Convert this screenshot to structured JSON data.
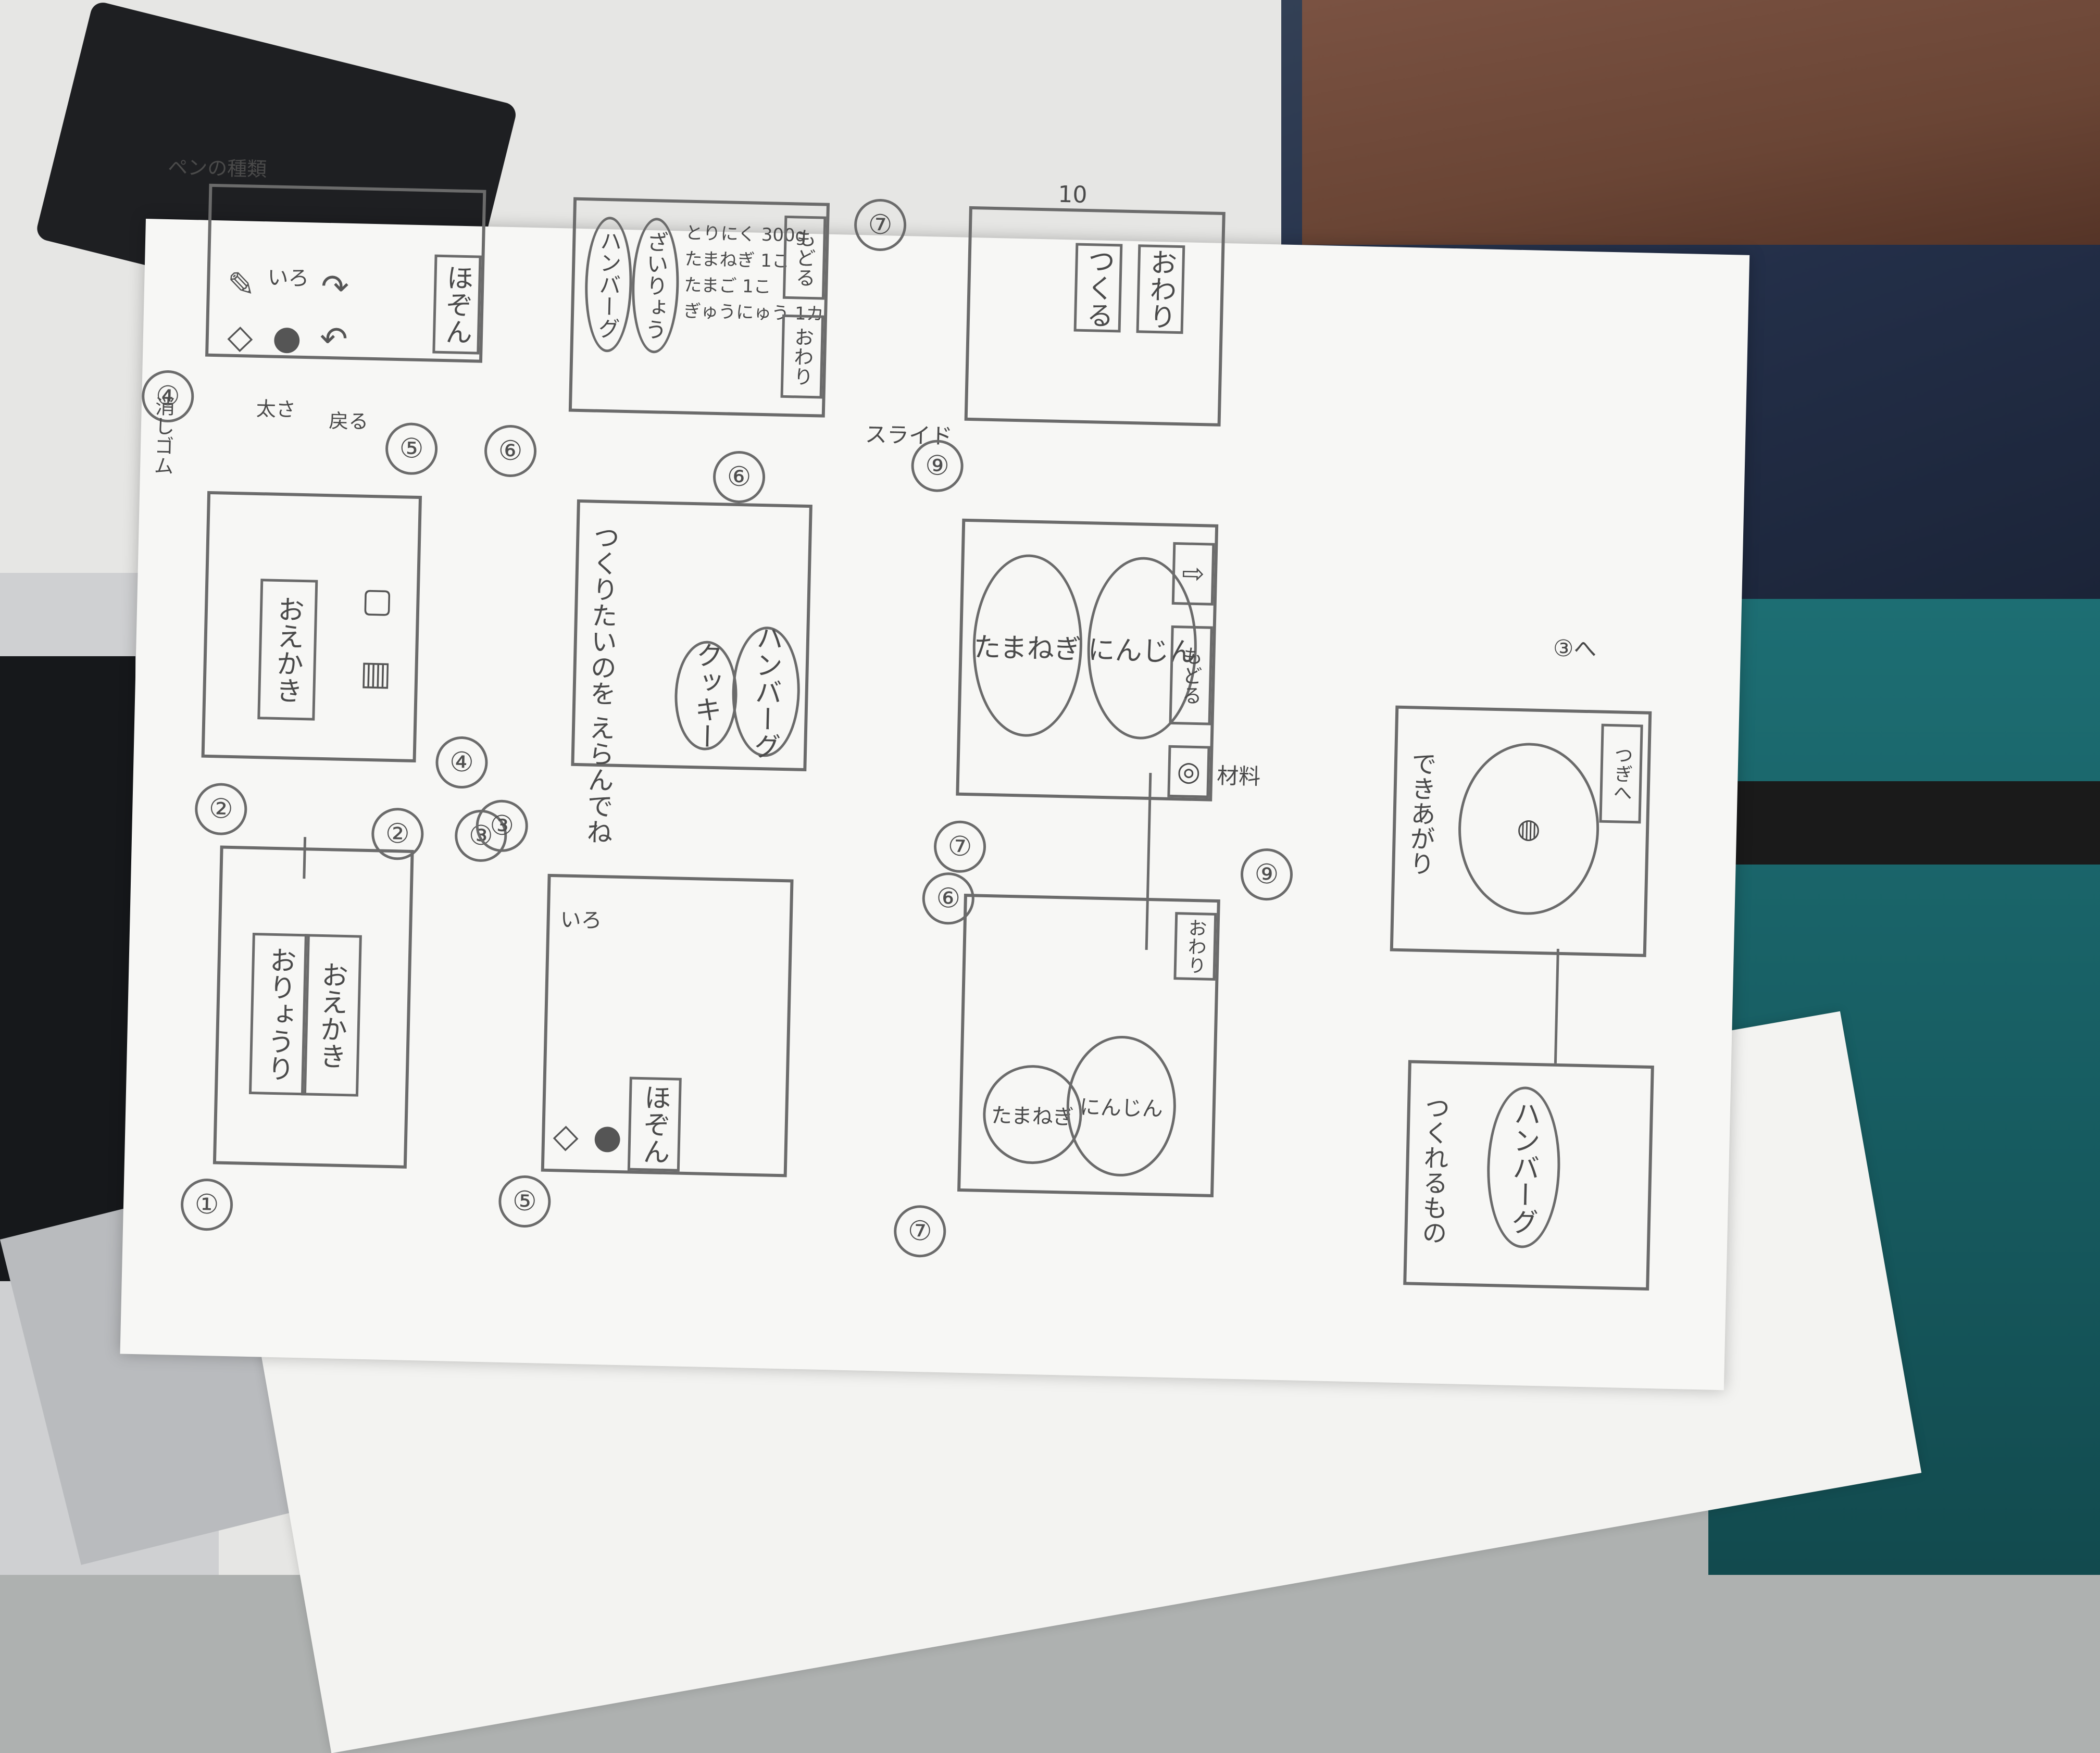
{
  "sketch": {
    "screen1": {
      "num": "①",
      "btn_top": "おえかき",
      "btn_bottom": "おりょうり",
      "callout_a": "②",
      "callout_b": "③"
    },
    "screen2": {
      "num": "②",
      "btn": "おえかき",
      "callout_a": "④",
      "callout_b": "⑤"
    },
    "screen3": {
      "num": "③",
      "prompt": "つくりたいのを えらんでね",
      "pill_a": "クッキー",
      "pill_b": "ハンバーグ",
      "callout": "⑥"
    },
    "screen4": {
      "num": "④",
      "btn": "ほぞん",
      "label_eraser": "消しゴム",
      "label_size": "太さ",
      "label_undo": "戻る",
      "label_pen": "ペンの種類",
      "size_text": "いろ"
    },
    "screen5": {
      "num": "⑤",
      "btn": "ほぞん",
      "size_text": "いろ"
    },
    "screen6": {
      "num": "⑥",
      "title": "ハンバーグ",
      "sub": "ざいりょう",
      "ing1": "とりにく 300g",
      "ing2": "たまねぎ 1こ",
      "ing3": "たまご 1こ",
      "ing4": "ぎゅうにゅう 1カ",
      "back": "もどる",
      "next": "おわり",
      "callout": "⑦"
    },
    "screen7": {
      "num": "⑦",
      "item_a": "たまねぎ",
      "item_b": "にんじん",
      "back": "もどる",
      "side_label": "スライド",
      "bottom_label": "材料",
      "callout": "⑨"
    },
    "screen8": {
      "num": "⑨",
      "btn_a": "つくる",
      "btn_b": "おわり",
      "callout": "10"
    },
    "screen9": {
      "num": "⑦",
      "corner": "おわり",
      "item_a": "たまねぎ",
      "item_b": "にんじん",
      "callout_a": "⑥",
      "callout_b": "⑨"
    },
    "screen10": {
      "title": "できあがり",
      "btn": "つぎへ",
      "callout": "③へ"
    },
    "screen11": {
      "title": "つくれるもの",
      "pill": "ハンバーグ"
    }
  }
}
